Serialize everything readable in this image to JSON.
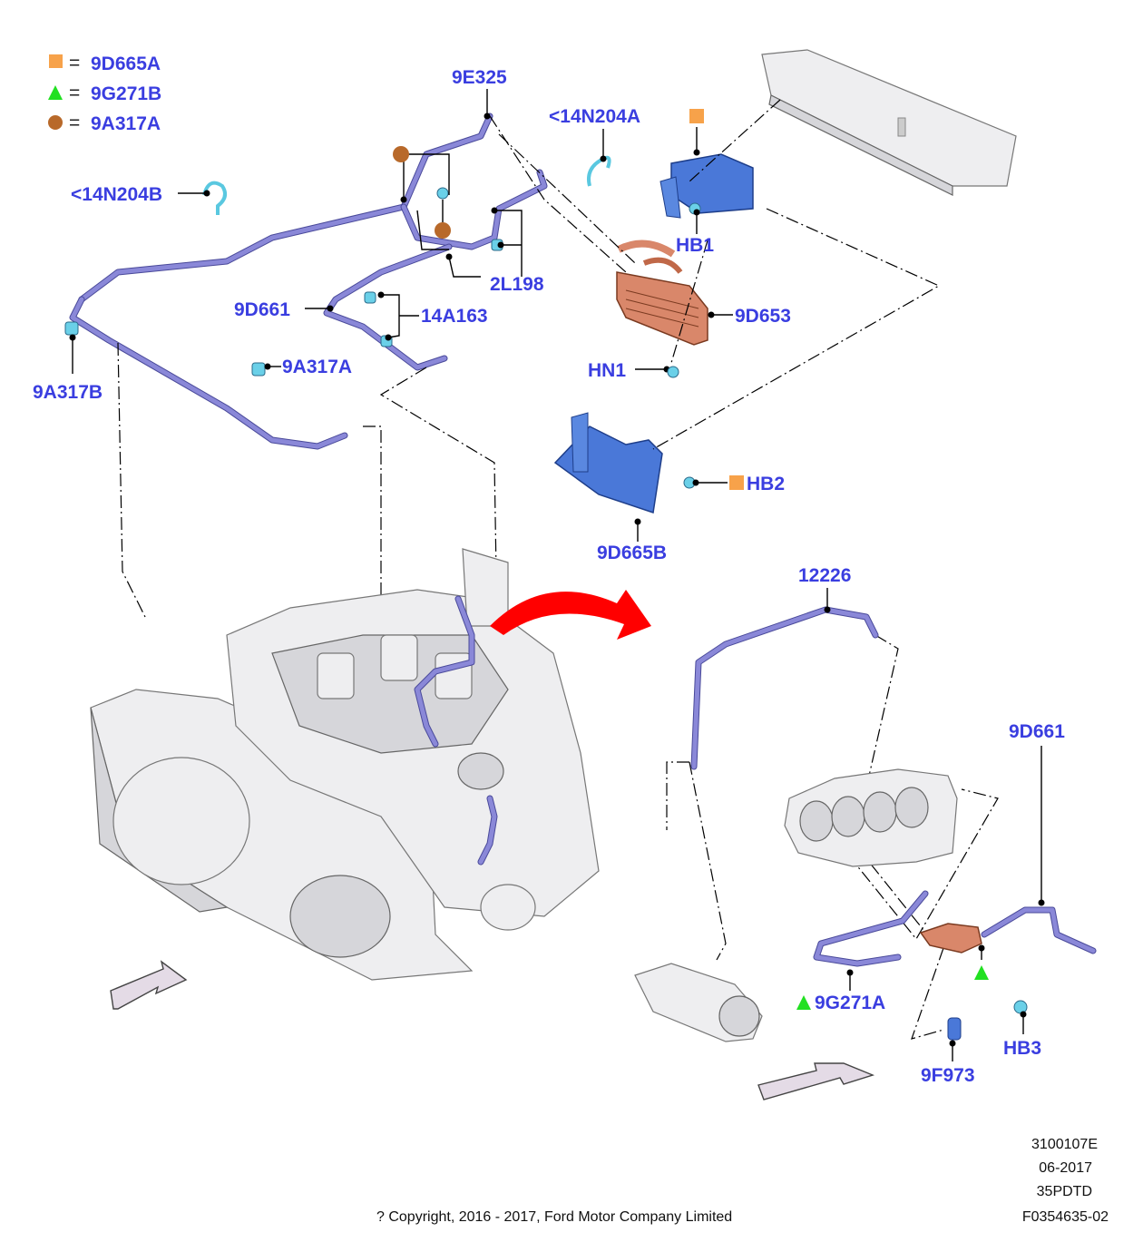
{
  "legend": [
    {
      "symbol": "square",
      "color": "#f7a24a",
      "eq": "=",
      "code": "9D665A"
    },
    {
      "symbol": "triangle",
      "color": "#22e022",
      "eq": "=",
      "code": "9G271B"
    },
    {
      "symbol": "circle",
      "color": "#b8692a",
      "eq": "=",
      "code": "9A317A"
    }
  ],
  "callouts": {
    "c_9E325": "9E325",
    "c_14N204A": "<14N204A",
    "c_14N204B": "<14N204B",
    "c_HB1": "HB1",
    "c_2L198": "2L198",
    "c_9D661_top": "9D661",
    "c_14A163": "14A163",
    "c_9D653": "9D653",
    "c_9A317A": "9A317A",
    "c_9A317B": "9A317B",
    "c_HN1": "HN1",
    "c_HB2": "HB2",
    "c_9D665B": "9D665B",
    "c_12226": "12226",
    "c_9D661_right": "9D661",
    "c_9G271A": "9G271A",
    "c_HB3": "HB3",
    "c_9F973": "9F973"
  },
  "footer": {
    "code1": "3100107E",
    "date": "06-2017",
    "code2": "35PDTD",
    "copyright": "? Copyright, 2016 - 2017, Ford Motor Company Limited",
    "code3": "F0354635-02"
  },
  "colors": {
    "callout_text": "#3a3ee0",
    "hose": "#8a88d8",
    "clip": "#6ad0e8",
    "cooler": "#d9876a",
    "bracket": "#4a78d8",
    "arrow": "#ff0000"
  }
}
